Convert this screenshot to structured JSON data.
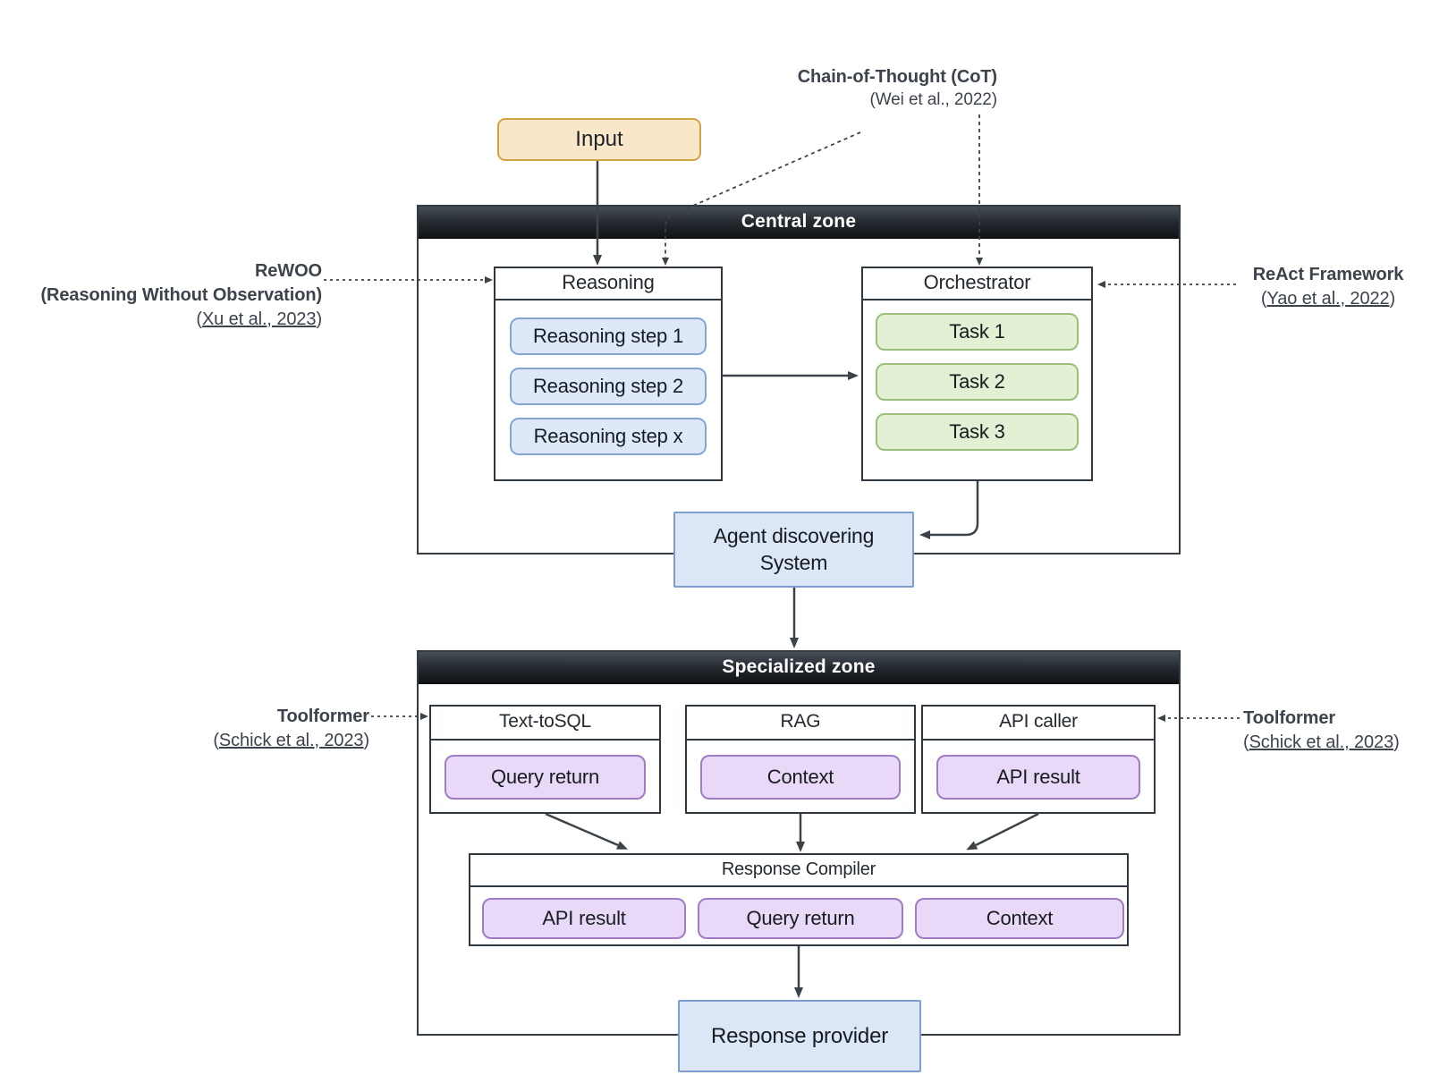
{
  "zones": {
    "central": {
      "title": "Central zone"
    },
    "specialized": {
      "title": "Specialized zone"
    }
  },
  "nodes": {
    "input": {
      "label": "Input"
    },
    "reasoning": {
      "title": "Reasoning",
      "steps": [
        "Reasoning step 1",
        "Reasoning step 2",
        "Reasoning step x"
      ]
    },
    "orchestrator": {
      "title": "Orchestrator",
      "tasks": [
        "Task 1",
        "Task 2",
        "Task 3"
      ]
    },
    "agent_discovery": {
      "label": "Agent discovering System"
    },
    "tools": [
      {
        "title": "Text-toSQL",
        "output": "Query return"
      },
      {
        "title": "RAG",
        "output": "Context"
      },
      {
        "title": "API caller",
        "output": "API result"
      }
    ],
    "response_compiler": {
      "title": "Response Compiler",
      "inputs": [
        "API result",
        "Query return",
        "Context"
      ]
    },
    "response_provider": {
      "label": "Response provider"
    }
  },
  "annotations": {
    "cot": {
      "line1": "Chain-of-Thought (CoT)",
      "line2": "(Wei et al., 2022)"
    },
    "rewoo": {
      "line1": "ReWOO",
      "line2": "(Reasoning Without Observation)",
      "cite_prefix": "(",
      "cite_text": "Xu et al., 2023",
      "cite_suffix": ")"
    },
    "react": {
      "line1": "ReAct Framework",
      "cite_prefix": "(",
      "cite_text": "Yao et al., 2022",
      "cite_suffix": ")"
    },
    "toolformer_left": {
      "line1": "Toolformer",
      "cite_prefix": "(",
      "cite_text": "Schick et al., 2023",
      "cite_suffix": ")"
    },
    "toolformer_right": {
      "line1": "Toolformer",
      "cite_prefix": "(",
      "cite_text": "Schick et al., 2023",
      "cite_suffix": ")"
    }
  },
  "colors": {
    "zone_header_bg": "#1a1e23",
    "zone_header_text": "#ffffff",
    "box_border": "#343b42",
    "arrow": "#3b4248",
    "input_fill": "#fae6c9",
    "input_border": "#d2a341",
    "reasoning_step_fill": "#dde9f9",
    "reasoning_step_border": "#87a5d3",
    "task_fill": "#e2f0d3",
    "task_border": "#9cbe77",
    "tool_output_fill": "#e8d9f8",
    "tool_output_border": "#a17cc4",
    "system_box_fill": "#dbe6f7",
    "system_box_border": "#7f9cd0",
    "annotation_text": "#3c434c"
  }
}
